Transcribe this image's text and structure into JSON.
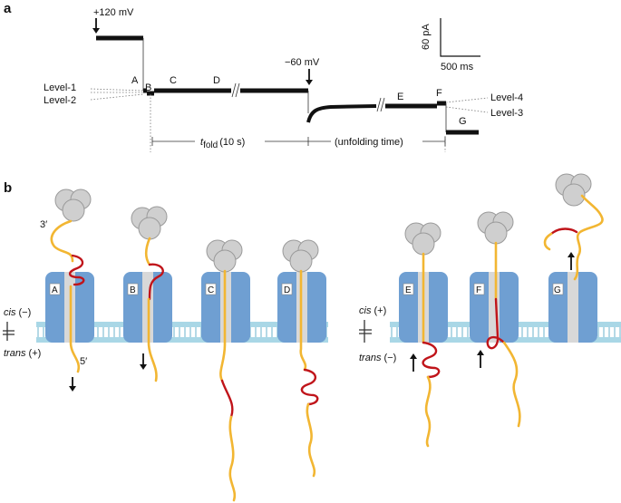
{
  "panel_a": {
    "label": "a",
    "voltages": {
      "pos": "+120 mV",
      "neg": "−60 mV"
    },
    "levels": {
      "l1": "Level-1",
      "l2": "Level-2",
      "l3": "Level-3",
      "l4": "Level-4"
    },
    "points": [
      "A",
      "B",
      "C",
      "D",
      "E",
      "F",
      "G"
    ],
    "scale": {
      "current": "60 pA",
      "time": "500 ms"
    },
    "tfold_sym": "t",
    "tfold_sub": "fold",
    "tfold_val": "(10 s)",
    "unfolding": "(unfolding time)"
  },
  "panel_b": {
    "label": "b",
    "end3": "3′",
    "end5": "5′",
    "left": {
      "cis": "cis",
      "cis_sign": "(−)",
      "trans": "trans",
      "trans_sign": "(+)"
    },
    "right": {
      "cis": "cis",
      "cis_sign": "(+)",
      "trans": "trans",
      "trans_sign": "(−)"
    },
    "pores": [
      "A",
      "B",
      "C",
      "D",
      "E",
      "F",
      "G"
    ]
  },
  "colors": {
    "pore": "#6f9fd2",
    "membrane": "#a9d7e6",
    "strand": "#f2b632",
    "folded": "#c0141a"
  }
}
